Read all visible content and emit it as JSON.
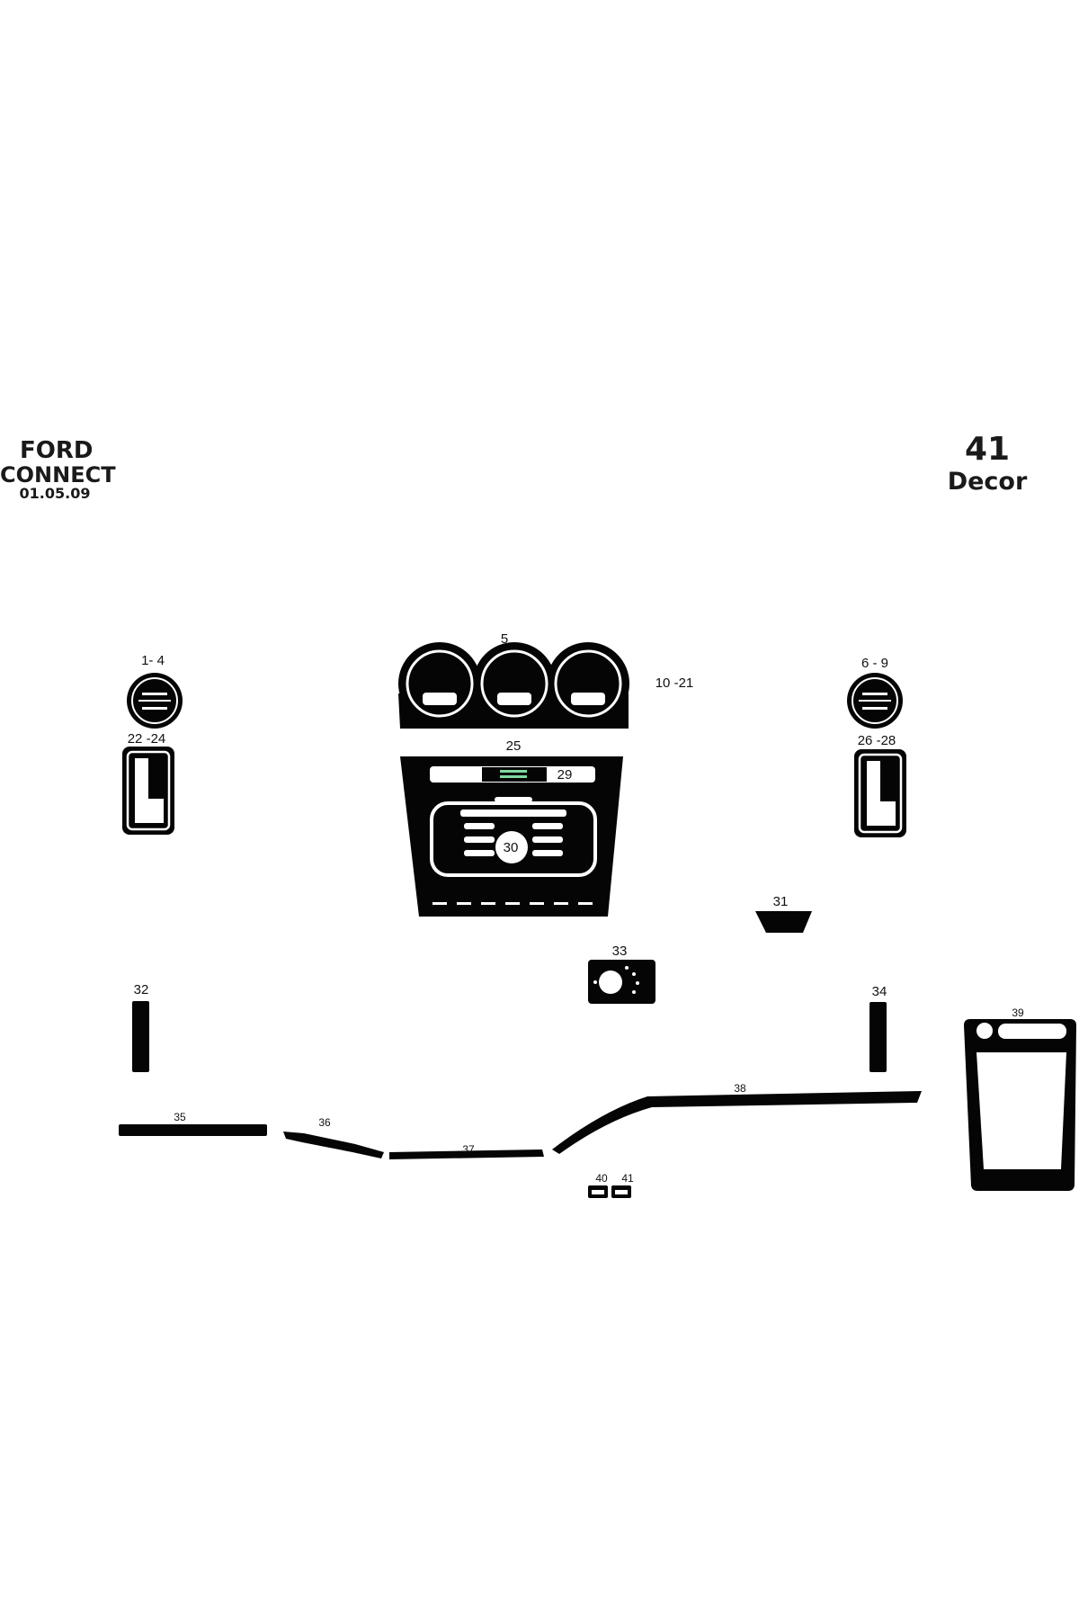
{
  "header": {
    "brand": "FORD",
    "model": "CONNECT",
    "date": "01.05.09",
    "piece_count": "41",
    "product": "Decor"
  },
  "labels": {
    "p1_4": "1- 4",
    "p5": "5",
    "p10_21": "10 -21",
    "p6_9": "6 - 9",
    "p22_24": "22 -24",
    "p25": "25",
    "p26_28": "26 -28",
    "p29": "29",
    "p30": "30",
    "p31": "31",
    "p32": "32",
    "p33": "33",
    "p34": "34",
    "p35": "35",
    "p36": "36",
    "p37": "37",
    "p38": "38",
    "p39": "39",
    "p40": "40",
    "p41": "41"
  },
  "colors": {
    "part_fill": "#050505",
    "background": "#ffffff",
    "display_accent": "#7fd9a0"
  }
}
